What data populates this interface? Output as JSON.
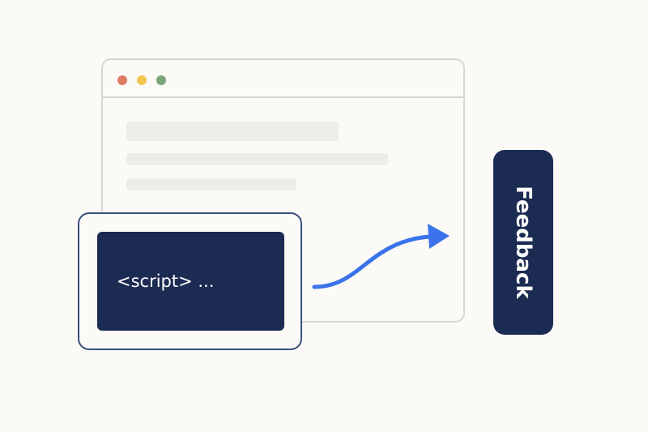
{
  "colors": {
    "background": "#fcfaf7",
    "window_border": "#d8d6d3",
    "placeholder": "#eeece9",
    "navy": "#1b2b52",
    "frame_border": "#394f7c",
    "arrow": "#3a73ea",
    "dot_red": "#e07a67",
    "dot_yellow": "#f0c64e",
    "dot_green": "#79a57a"
  },
  "window": {
    "controls": [
      "close-dot",
      "minimize-dot",
      "maximize-dot"
    ]
  },
  "snippet": {
    "code": "<script> ..."
  },
  "feedback_tab": {
    "label": "Feedback"
  },
  "connector": {
    "icon": "curved-arrow-icon"
  }
}
